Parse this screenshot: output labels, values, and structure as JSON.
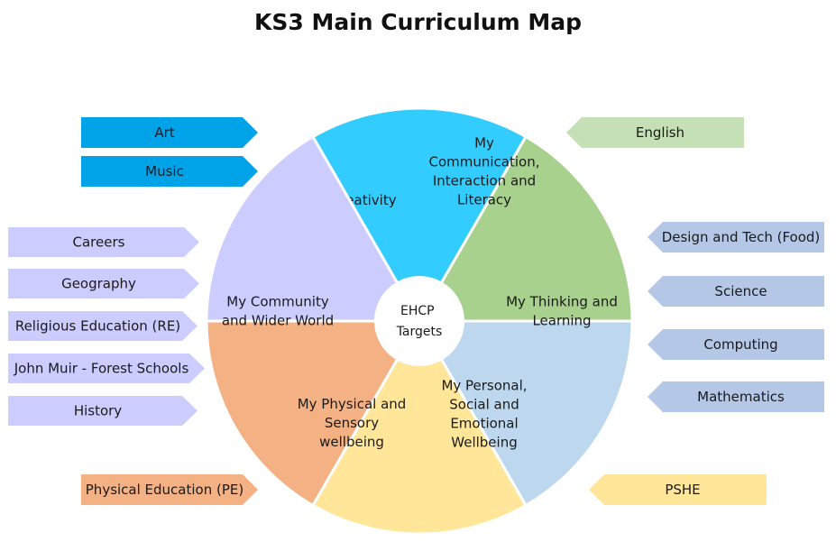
{
  "title": "KS3 Main Curriculum Map",
  "center": {
    "lines": [
      "EHCP",
      "Targets"
    ]
  },
  "segments": [
    {
      "id": "creativity",
      "lines": [
        "My Creativity"
      ],
      "color": "#33ccff"
    },
    {
      "id": "communication",
      "lines": [
        "My",
        "Communication,",
        "Interaction and",
        "Literacy"
      ],
      "color": "#a9d18e"
    },
    {
      "id": "thinking",
      "lines": [
        "My Thinking and",
        "Learning"
      ],
      "color": "#bdd7ee"
    },
    {
      "id": "personal",
      "lines": [
        "My Personal,",
        "Social and",
        "Emotional",
        "Wellbeing"
      ],
      "color": "#ffe699"
    },
    {
      "id": "physical",
      "lines": [
        "My Physical and",
        "Sensory",
        "wellbeing"
      ],
      "color": "#f4b183"
    },
    {
      "id": "community",
      "lines": [
        "My Community",
        "and Wider World"
      ],
      "color": "#ccccff"
    }
  ],
  "subjects": [
    {
      "label": "Art",
      "group": "creativity",
      "color": "#00a2e8"
    },
    {
      "label": "Music",
      "group": "creativity",
      "color": "#00a2e8"
    },
    {
      "label": "English",
      "group": "communication",
      "color": "#c5e0b4"
    },
    {
      "label": "Careers",
      "group": "community",
      "color": "#ccccff"
    },
    {
      "label": "Geography",
      "group": "community",
      "color": "#ccccff"
    },
    {
      "label": "Religious Education (RE)",
      "group": "community",
      "color": "#ccccff"
    },
    {
      "label": "John Muir - Forest Schools",
      "group": "community",
      "color": "#ccccff"
    },
    {
      "label": "History",
      "group": "community",
      "color": "#ccccff"
    },
    {
      "label": "Design and Tech (Food)",
      "group": "thinking",
      "color": "#b4c7e7"
    },
    {
      "label": "Science",
      "group": "thinking",
      "color": "#b4c7e7"
    },
    {
      "label": "Computing",
      "group": "thinking",
      "color": "#b4c7e7"
    },
    {
      "label": "Mathematics",
      "group": "thinking",
      "color": "#b4c7e7"
    },
    {
      "label": "Physical Education (PE)",
      "group": "physical",
      "color": "#f4b183"
    },
    {
      "label": "PSHE",
      "group": "personal",
      "color": "#ffe699"
    }
  ]
}
